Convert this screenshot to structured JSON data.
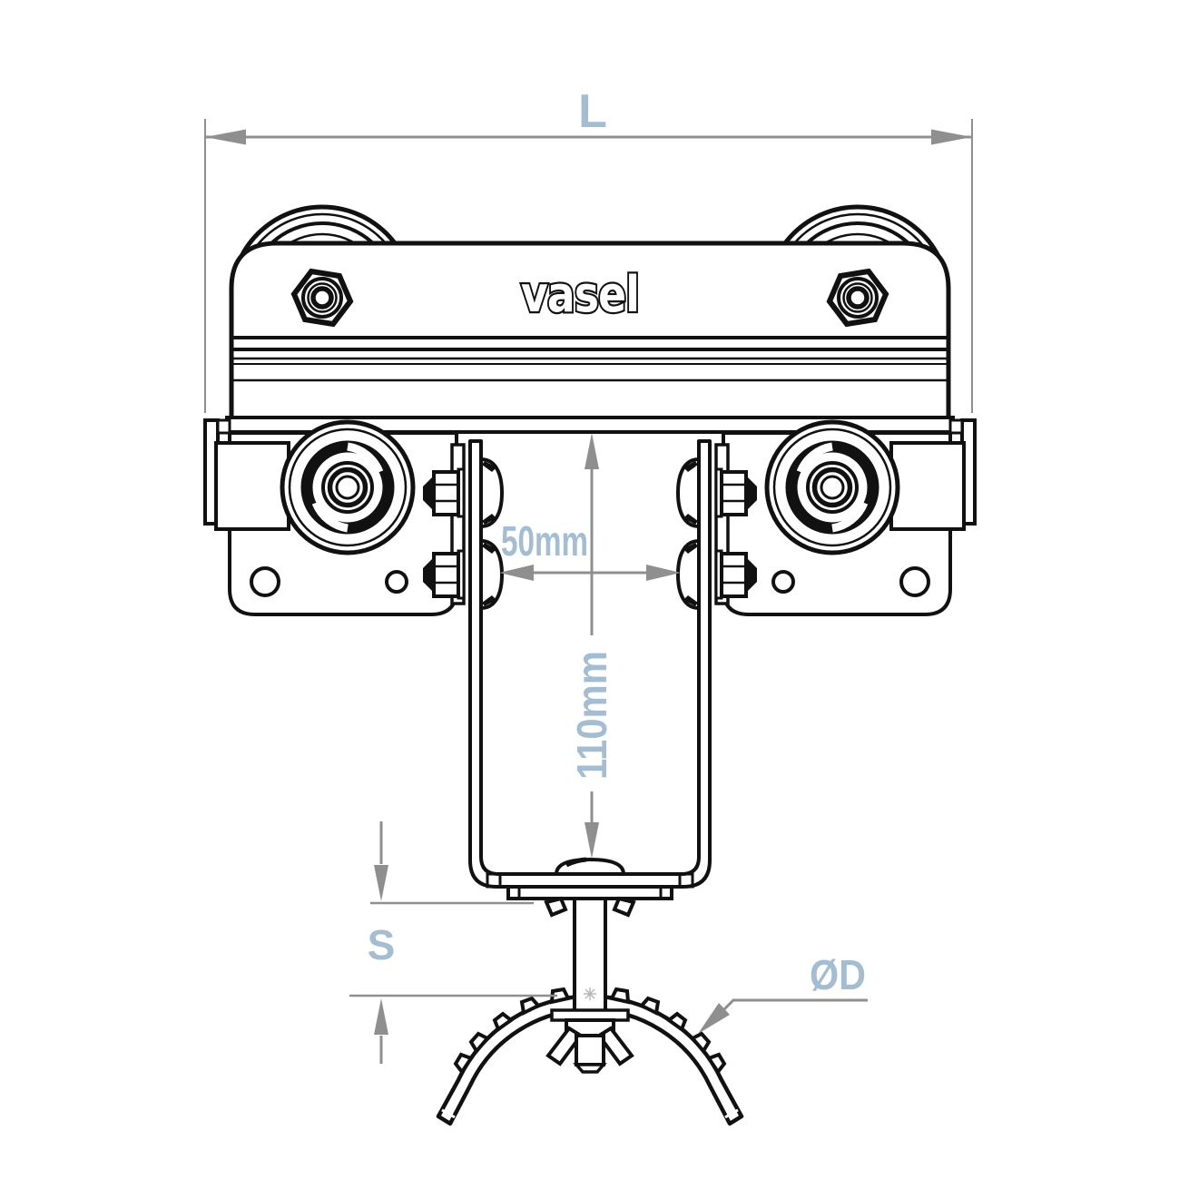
{
  "brand": "vasel",
  "dimensions": {
    "overall_length": "L",
    "beam_width": "50mm",
    "bracket_height": "110mm",
    "thread_length": "S",
    "saddle_diameter": "ØD"
  },
  "colors": {
    "line_art": "#111111",
    "dimension_line": "#8f8f8f",
    "dimension_label": "#a4bdd1",
    "background": "#ffffff"
  }
}
